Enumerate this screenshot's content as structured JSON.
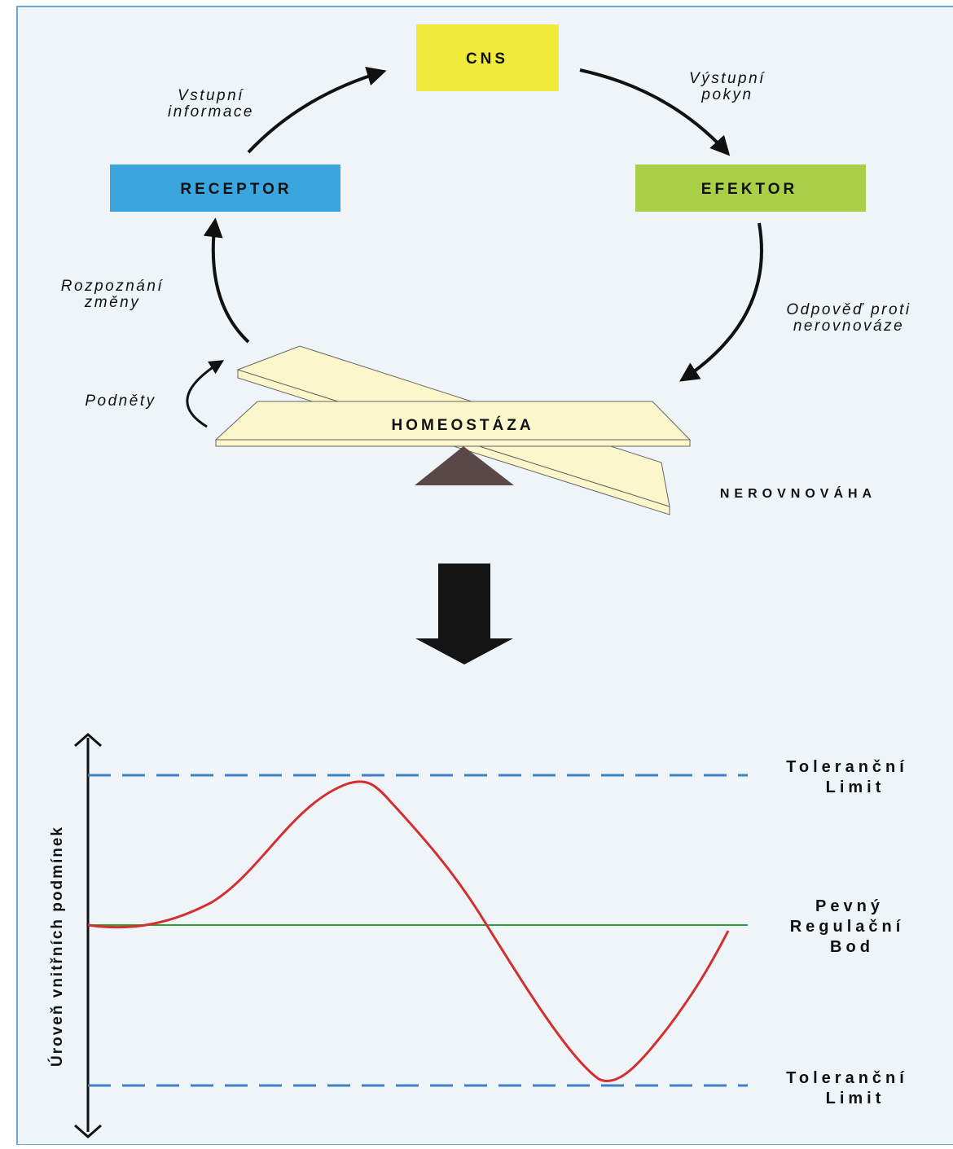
{
  "diagram": {
    "boxes": {
      "cns": {
        "label": "CNS",
        "color": "#f0ea3a"
      },
      "receptor": {
        "label": "RECEPTOR",
        "color": "#3ba6de"
      },
      "efektor": {
        "label": "EFEKTOR",
        "color": "#a9cf48"
      }
    },
    "edge_labels": {
      "input_line1": "Vstupní",
      "input_line2": "informace",
      "output_line1": "Výstupní",
      "output_line2": "pokyn",
      "recognition_line1": "Rozpoznání",
      "recognition_line2": "změny",
      "response_line1": "Odpověď proti",
      "response_line2": "nerovnováze",
      "stimuli": "Podněty"
    },
    "balance": {
      "homeostasis_label": "HOMEOSTÁZA",
      "imbalance_label": "NEROVNOVÁHA",
      "plank_color": "#fcf6cb",
      "fulcrum_color": "#5a4747"
    }
  },
  "chart_data": {
    "type": "line",
    "ylabel": "Úroveň vnitřních podmínek",
    "upper_limit_label": [
      "Toleranční",
      "Limit"
    ],
    "setpoint_label": [
      "Pevný",
      "Regulační",
      "Bod"
    ],
    "lower_limit_label": [
      "Toleranční",
      "Limit"
    ],
    "curve_color": "#d32f2f",
    "setpoint_color": "#2e9e3a",
    "limit_color": "#3f7fc4"
  },
  "colors": {
    "background": "#eef4f7",
    "border": "#6fa8d8"
  }
}
